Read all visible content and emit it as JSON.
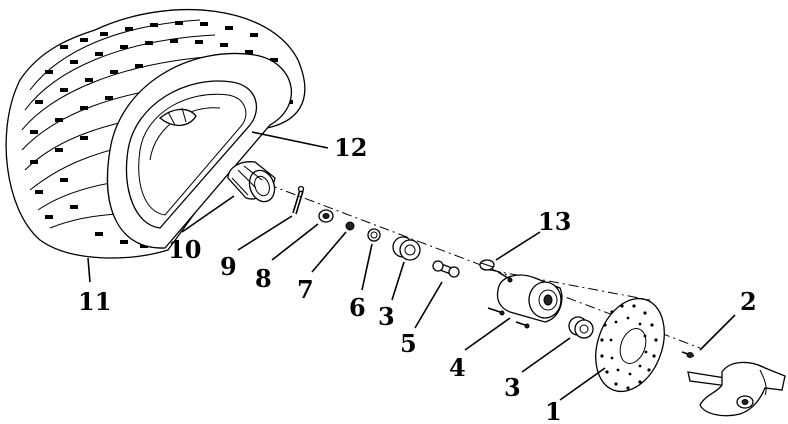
{
  "callouts": [
    {
      "id": "1",
      "text": "1"
    },
    {
      "id": "2",
      "text": "2"
    },
    {
      "id": "3a",
      "text": "3"
    },
    {
      "id": "3b",
      "text": "3"
    },
    {
      "id": "4",
      "text": "4"
    },
    {
      "id": "5",
      "text": "5"
    },
    {
      "id": "6",
      "text": "6"
    },
    {
      "id": "7",
      "text": "7"
    },
    {
      "id": "8",
      "text": "8"
    },
    {
      "id": "9",
      "text": "9"
    },
    {
      "id": "10",
      "text": "10"
    },
    {
      "id": "11",
      "text": "11"
    },
    {
      "id": "12",
      "text": "12"
    },
    {
      "id": "13",
      "text": "13"
    }
  ]
}
